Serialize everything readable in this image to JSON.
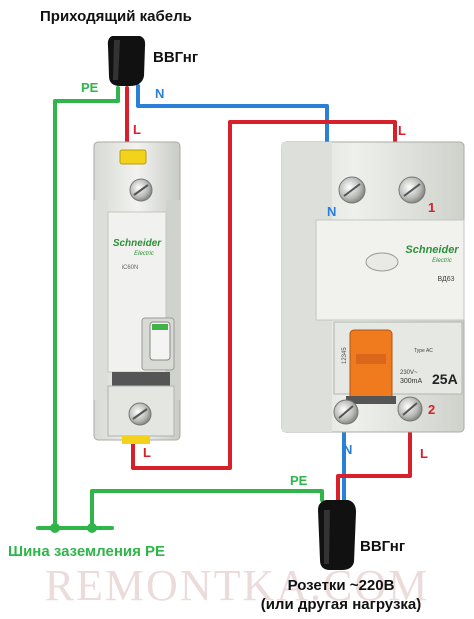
{
  "labels": {
    "incoming_cable": "Приходящий кабель",
    "vvg_top": "ВВГнг",
    "vvg_bottom": "ВВГнг",
    "pe_top": "PE",
    "pe_bottom": "PE",
    "n_top": "N",
    "n_rcd_in": "N",
    "n_rcd_out": "N",
    "l_to_breaker": "L",
    "l_to_rcd": "L",
    "l_breaker_out": "L",
    "l_rcd_out": "L",
    "term_1": "1",
    "term_2": "2",
    "ground_bus": "Шина заземления PE",
    "sockets_line1": "Розетки ~220В",
    "sockets_line2": "(или другая нагрузка)",
    "watermark": "REMONTKA.COM"
  },
  "breaker": {
    "brand": "Schneider",
    "brand_sub": "Electric",
    "model": "iC60N"
  },
  "rcd": {
    "brand": "Schneider",
    "brand_sub": "Electric",
    "model": "ВД63",
    "type": "Type AC",
    "rating_voltage": "230V~",
    "rating_current": "300mA",
    "current": "25A",
    "code": "12345"
  },
  "colors": {
    "phase": "#d8202a",
    "neutral": "#2a7fd6",
    "ground": "#2fb54a",
    "cable": "#111111",
    "device_body": "#e9ebe7",
    "rcd_lever": "#f07a1e",
    "breaker_clip": "#f2d21a"
  }
}
